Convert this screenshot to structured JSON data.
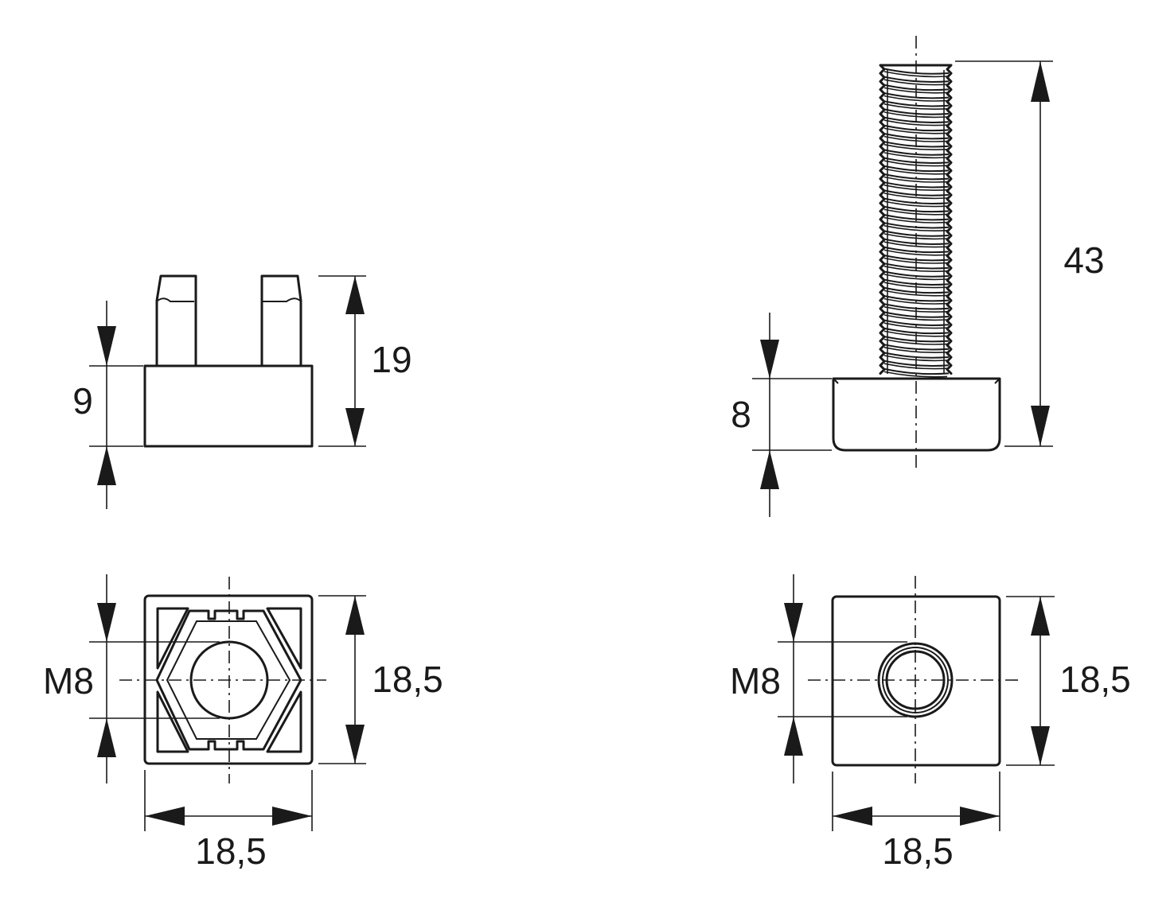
{
  "units_shown": "none",
  "nut_side_view": {
    "height_total": "19",
    "height_base": "9"
  },
  "nut_top_view": {
    "thread": "M8",
    "height": "18,5",
    "width": "18,5"
  },
  "screw_side_view": {
    "length": "43",
    "head_height": "8"
  },
  "screw_top_view": {
    "thread": "M8",
    "height": "18,5",
    "width": "18,5"
  },
  "colors": {
    "line": "#1a1a1a",
    "background": "#ffffff"
  }
}
